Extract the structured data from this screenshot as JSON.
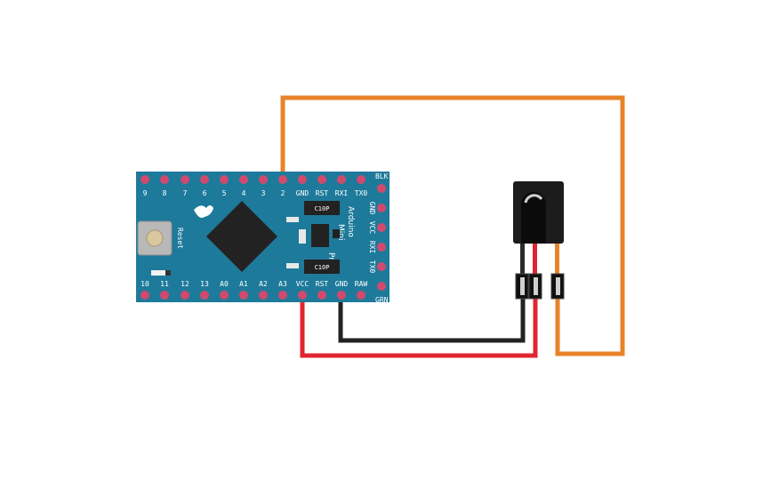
{
  "board": {
    "top_pins": [
      "9",
      "8",
      "7",
      "6",
      "5",
      "4",
      "3",
      "2",
      "GND",
      "RST",
      "RXI",
      "TX0"
    ],
    "bottom_pins": [
      "10",
      "11",
      "12",
      "13",
      "A0",
      "A1",
      "A2",
      "A3",
      "VCC",
      "RST",
      "GND",
      "RAW"
    ],
    "right_pins": [
      "GND",
      "VCC",
      "RXI",
      "TX0"
    ],
    "corner_top": "BLK",
    "corner_bottom": "GRN",
    "name_line1": "Arduino",
    "name_line2": "Mini",
    "name_line3": "Pro",
    "reset_label": "Reset",
    "chip_label_1": "C10P",
    "chip_label_2": "C10P"
  },
  "colors": {
    "board": "#1e7a9a",
    "pad": "#d14a6e",
    "wire_orange": "#e8832a",
    "wire_red": "#e02530",
    "wire_black": "#222222"
  }
}
